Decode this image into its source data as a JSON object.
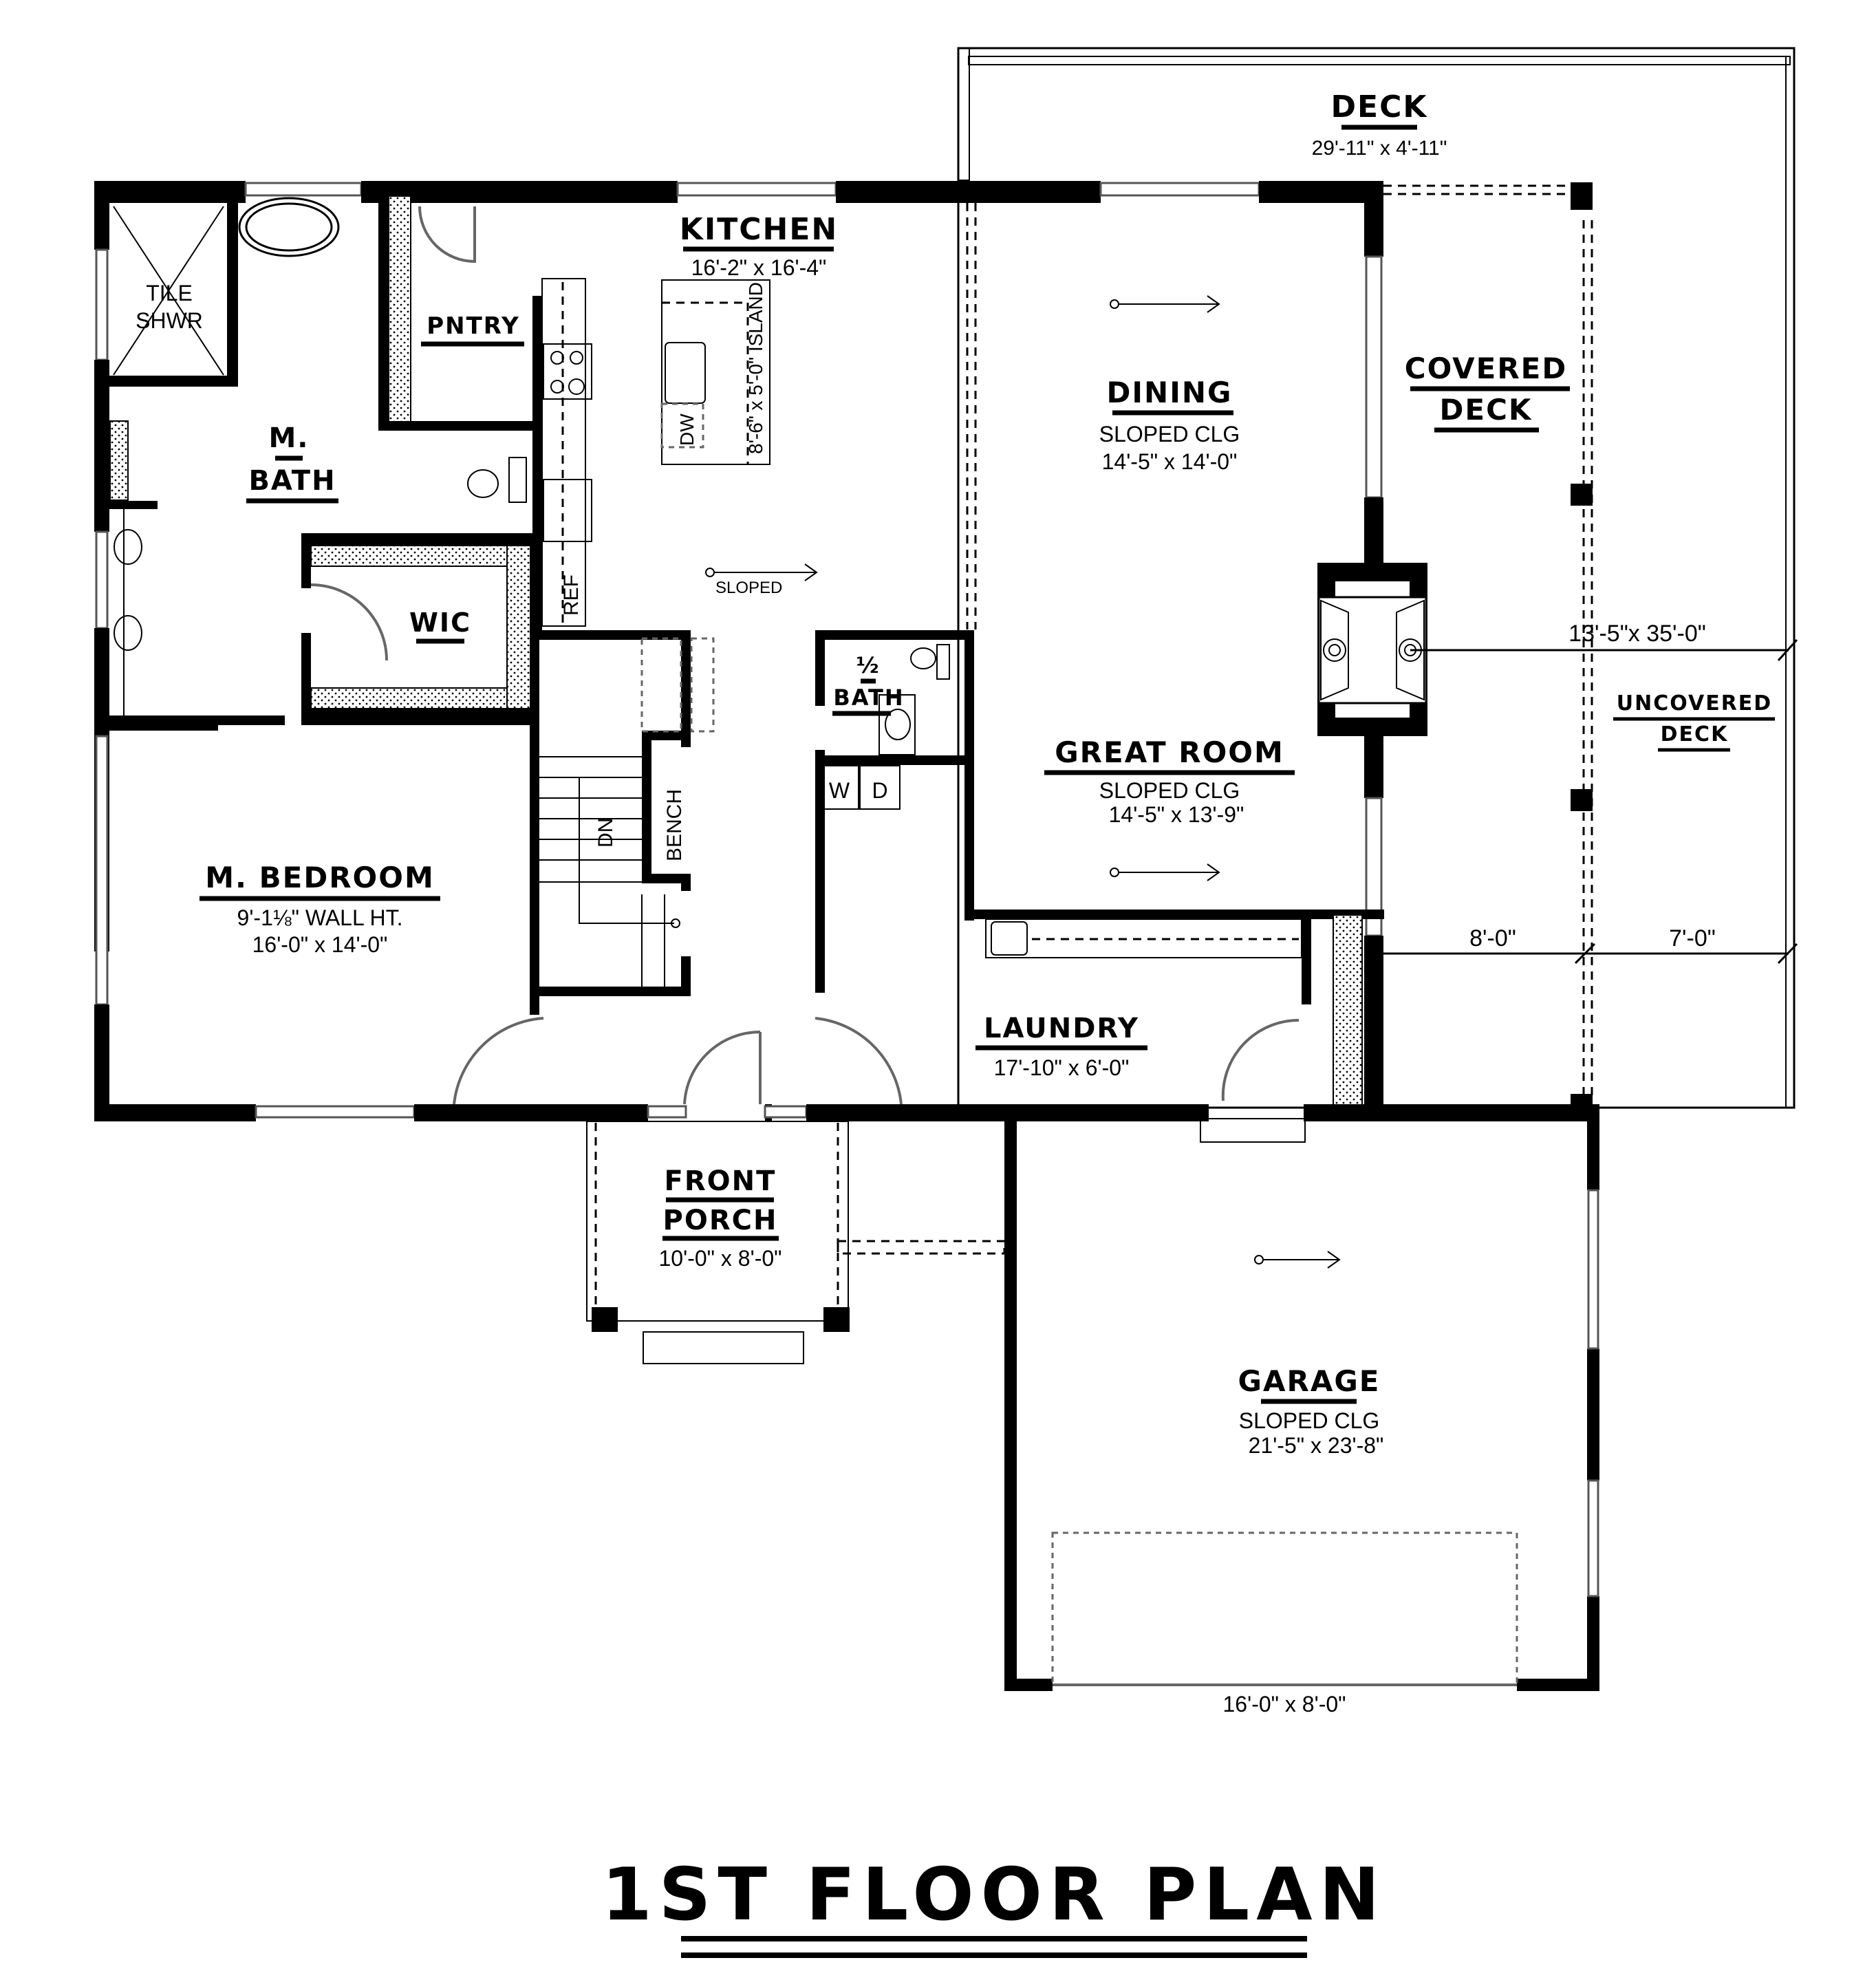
{
  "title": "1ST FLOOR PLAN",
  "rooms": {
    "deck": {
      "name": "DECK",
      "size": "29'-11\" x 4'-11\""
    },
    "kitchen": {
      "name": "KITCHEN",
      "size": "16'-2\" x 16'-4\"",
      "island": "8'-6\" x 5'-0\" ISLAND",
      "dw": "DW",
      "ref": "REF",
      "sloped": "SLOPED"
    },
    "pantry": {
      "name": "PNTRY"
    },
    "tile_shower": {
      "line1": "TILE",
      "line2": "SHWR"
    },
    "master_bath": {
      "line1": "M.",
      "line2": "BATH"
    },
    "wic": {
      "name": "WIC"
    },
    "master_bedroom": {
      "name": "M. BEDROOM",
      "wall_height": "9'-1⅛\" WALL HT.",
      "size": "16'-0\" x 14'-0\""
    },
    "dining": {
      "name": "DINING",
      "ceiling": "SLOPED CLG",
      "size": "14'-5\" x 14'-0\""
    },
    "covered_deck": {
      "line1": "COVERED",
      "line2": "DECK"
    },
    "great_room": {
      "name": "GREAT ROOM",
      "ceiling": "SLOPED CLG",
      "size": "14'-5\" x 13'-9\""
    },
    "half_bath": {
      "fraction": "½",
      "name": "BATH"
    },
    "laundry": {
      "name": "LAUNDRY",
      "size": "17'-10\" x 6'-0\"",
      "washer": "W",
      "dryer": "D"
    },
    "stairs": {
      "direction": "DN",
      "bench": "BENCH"
    },
    "uncovered_deck": {
      "line1": "UNCOVERED",
      "line2": "DECK"
    },
    "front_porch": {
      "line1": "FRONT",
      "line2": "PORCH",
      "size": "10'-0\" x 8'-0\""
    },
    "garage": {
      "name": "GARAGE",
      "ceiling": "SLOPED CLG",
      "size": "21'-5\" x 23'-8\"",
      "door_size": "16'-0\" x 8'-0\""
    }
  },
  "dimensions": {
    "deck_overall": "13'-5\"x 35'-0\"",
    "covered_depth": "8'-0\"",
    "uncovered_depth": "7'-0\""
  }
}
